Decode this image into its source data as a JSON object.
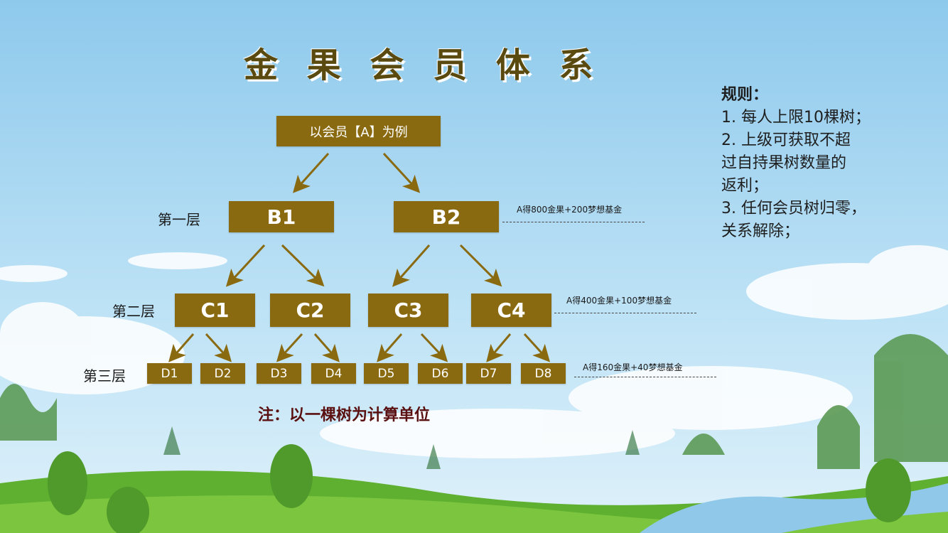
{
  "title": "金 果 会 员 体 系",
  "root": "以会员【A】为例",
  "layers": {
    "l1": "第一层",
    "l2": "第二层",
    "l3": "第三层"
  },
  "nodes": {
    "b": [
      "B1",
      "B2"
    ],
    "c": [
      "C1",
      "C2",
      "C3",
      "C4"
    ],
    "d": [
      "D1",
      "D2",
      "D3",
      "D4",
      "D5",
      "D6",
      "D7",
      "D8"
    ]
  },
  "rewards": {
    "l1": "A得800金果+200梦想基金",
    "l2": "A得400金果+100梦想基金",
    "l3": "A得160金果+40梦想基金"
  },
  "note": "注：以一棵树为计算单位",
  "rules": {
    "heading": "规则：",
    "lines": [
      "1. 每人上限10棵树；",
      "2. 上级可获取不超",
      "过自持果树数量的",
      "返利；",
      "3. 任何会员树归零，",
      "关系解除；"
    ]
  },
  "colors": {
    "box": "#8a6a10",
    "title": "#5b4a0f",
    "arrow": "#8a6a10",
    "sky": "#a9d6f0",
    "grass": "#6fbf3a"
  }
}
